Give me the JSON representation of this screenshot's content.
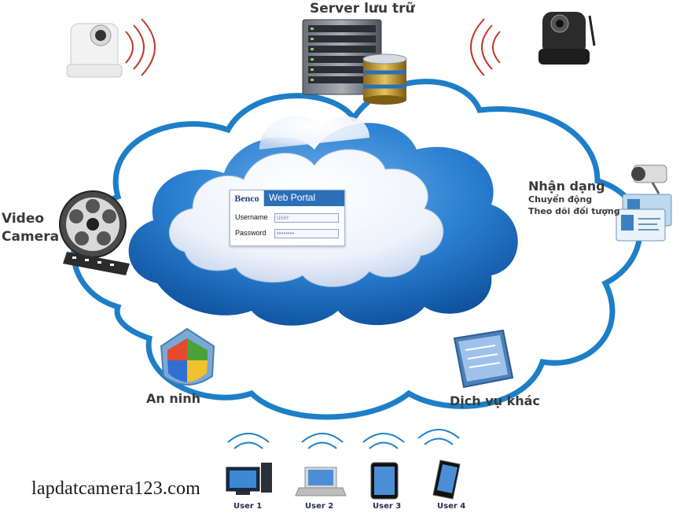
{
  "portal": {
    "brand": "Benco",
    "title": "Web Portal",
    "username_label": "Username",
    "username_value": "user",
    "password_label": "Password",
    "password_value": "••••••••"
  },
  "nodes": {
    "server": "Server lưu trữ",
    "video_line1": "Video",
    "video_line2": "Camera",
    "nhan_dang": "Nhận dạng",
    "chuyen_dong": "Chuyển động",
    "theo_doi": "Theo dõi đối tượng",
    "an_ninh": "An ninh",
    "dich_vu": "Dịch vụ khác"
  },
  "users": [
    "User 1",
    "User 2",
    "User 3",
    "User 4"
  ],
  "watermark": "lapdatcamera123.com",
  "colors": {
    "outline_blue": "#1e7fc8",
    "cloud_blue": "#1566b5",
    "label_gray": "#3a3a3a"
  }
}
